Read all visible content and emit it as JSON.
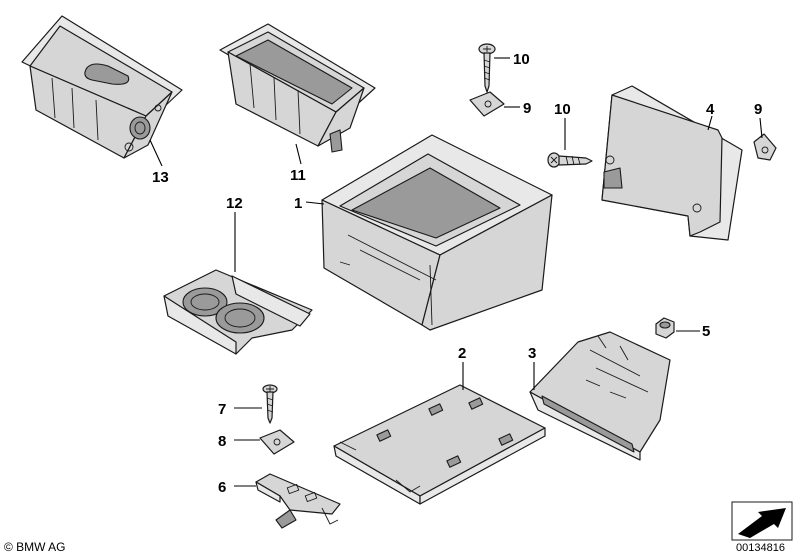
{
  "diagram": {
    "callouts": [
      {
        "id": "c1",
        "label": "1"
      },
      {
        "id": "c2",
        "label": "2"
      },
      {
        "id": "c3",
        "label": "3"
      },
      {
        "id": "c4",
        "label": "4"
      },
      {
        "id": "c5",
        "label": "5"
      },
      {
        "id": "c6",
        "label": "6"
      },
      {
        "id": "c7",
        "label": "7"
      },
      {
        "id": "c8",
        "label": "8"
      },
      {
        "id": "c9a",
        "label": "9"
      },
      {
        "id": "c9b",
        "label": "9"
      },
      {
        "id": "c10a",
        "label": "10"
      },
      {
        "id": "c10b",
        "label": "10"
      },
      {
        "id": "c11",
        "label": "11"
      },
      {
        "id": "c12",
        "label": "12"
      },
      {
        "id": "c13",
        "label": "13"
      }
    ]
  },
  "footer": {
    "copyright": "© BMW AG",
    "diagram_number": "00134816"
  },
  "colors": {
    "part_fill": "#d6d6d6",
    "line": "#1a1a1a",
    "background": "#ffffff"
  }
}
